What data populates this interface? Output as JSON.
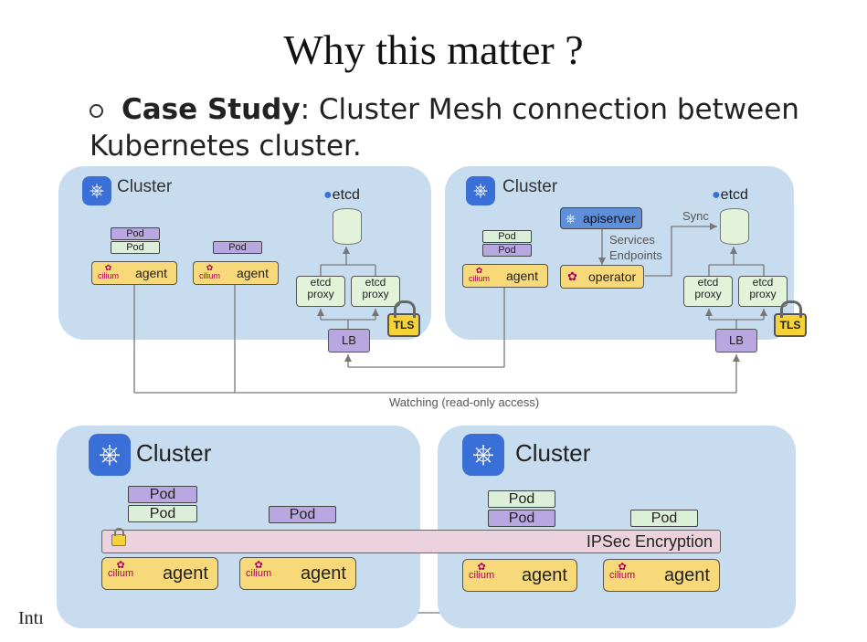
{
  "slide": {
    "title": "Why this matter ?",
    "bullet_bold": "Case Study",
    "bullet_rest": ": Cluster Mesh connection between Kubernetes cluster.",
    "footer": "Intı"
  },
  "top_diagram": {
    "left_cluster": {
      "title": "Cluster",
      "pods_a": [
        "Pod",
        "Pod"
      ],
      "pod_b": "Pod",
      "agent1": "agent",
      "agent2": "agent",
      "cilium": "cilium",
      "etcd": "etcd",
      "proxy1": "etcd proxy",
      "proxy2": "etcd proxy",
      "lb": "LB",
      "tls": "TLS"
    },
    "right_cluster": {
      "title": "Cluster",
      "pods": [
        "Pod",
        "Pod"
      ],
      "agent": "agent",
      "cilium": "cilium",
      "apiserver": "apiserver",
      "services": "Services",
      "endpoints": "Endpoints",
      "operator": "operator",
      "sync": "Sync",
      "etcd": "etcd",
      "proxy1": "etcd proxy",
      "proxy2": "etcd proxy",
      "lb": "LB",
      "tls": "TLS"
    },
    "watching": "Watching (read-only access)"
  },
  "bottom_diagram": {
    "left_cluster": {
      "title": "Cluster",
      "pods_a": [
        "Pod",
        "Pod"
      ],
      "pod_b": "Pod",
      "agent1": "agent",
      "agent2": "agent",
      "cilium": "cilium"
    },
    "right_cluster": {
      "title": "Cluster",
      "pods_a": [
        "Pod",
        "Pod"
      ],
      "pod_b": "Pod",
      "agent1": "agent",
      "agent2": "agent",
      "cilium": "cilium"
    },
    "ipsec": "IPSec Encryption"
  },
  "colors": {
    "cluster_bg": "#c8dcf0",
    "pod_purple": "#b8a7e0",
    "pod_green": "#dcefd9",
    "agent_yellow": "#f8d97a",
    "k8s_blue": "#3a6fd8",
    "ipsec_pink": "#ecd2dd"
  },
  "icons": [
    "kubernetes-icon",
    "cilium-icon",
    "etcd-icon",
    "lock-icon",
    "cylinder-icon"
  ]
}
